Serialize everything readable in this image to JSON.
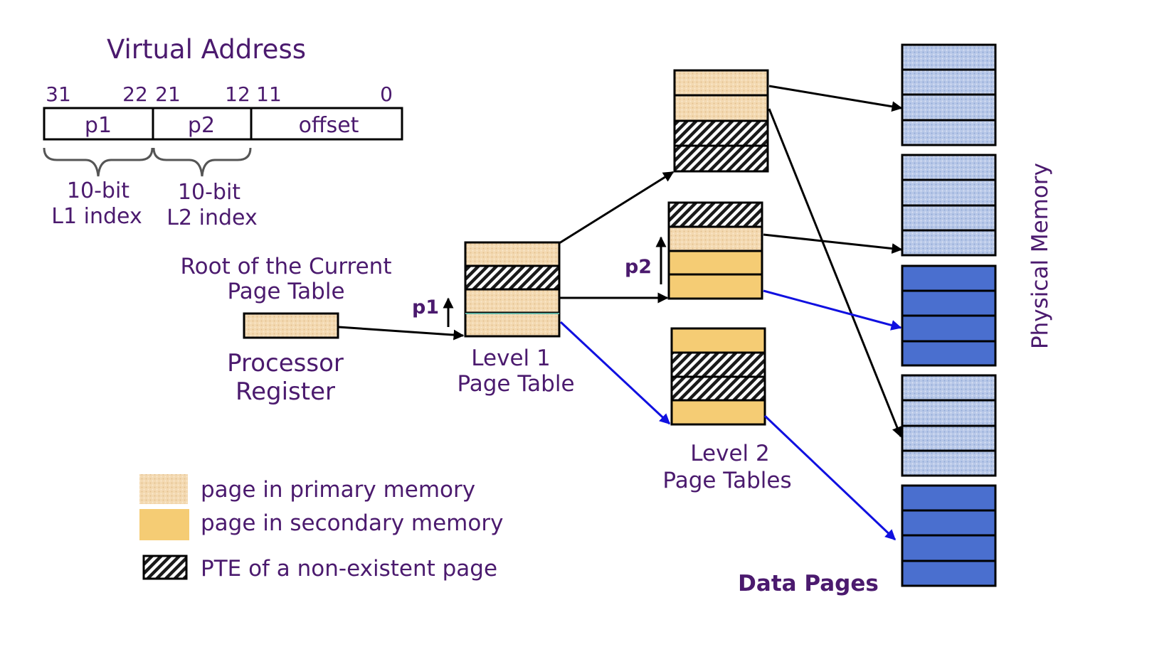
{
  "virtual_address": {
    "title": "Virtual Address",
    "bits": {
      "b31": "31",
      "b22": "22",
      "b21": "21",
      "b12": "12",
      "b11": "11",
      "b0": "0"
    },
    "fields": {
      "p1": "p1",
      "p2": "p2",
      "offset": "offset"
    },
    "l1_index": {
      "line1": "10-bit",
      "line2": "L1 index"
    },
    "l2_index": {
      "line1": "10-bit",
      "line2": "L2 index"
    }
  },
  "root_label": {
    "line1": "Root of the Current",
    "line2": "Page Table"
  },
  "register_label": {
    "line1": "Processor",
    "line2": "Register"
  },
  "level1_label": {
    "line1": "Level 1",
    "line2": "Page Table"
  },
  "level2_label": {
    "line1": "Level 2",
    "line2": "Page Tables"
  },
  "p1_marker": "p1",
  "p2_marker": "p2",
  "physical_memory_label": "Physical Memory",
  "data_pages_label": "Data Pages",
  "legend": {
    "primary": "page in primary memory",
    "secondary": "page in secondary memory",
    "nonexistent": "PTE of a non-existent page"
  },
  "colors": {
    "primary_fill": "#f3d9b1",
    "secondary_fill": "#f5cc74",
    "data_light": "#b8c8e8",
    "data_dark": "#4a6fcf",
    "text": "#4b1a6e",
    "blue_arrow": "#1010e0"
  }
}
